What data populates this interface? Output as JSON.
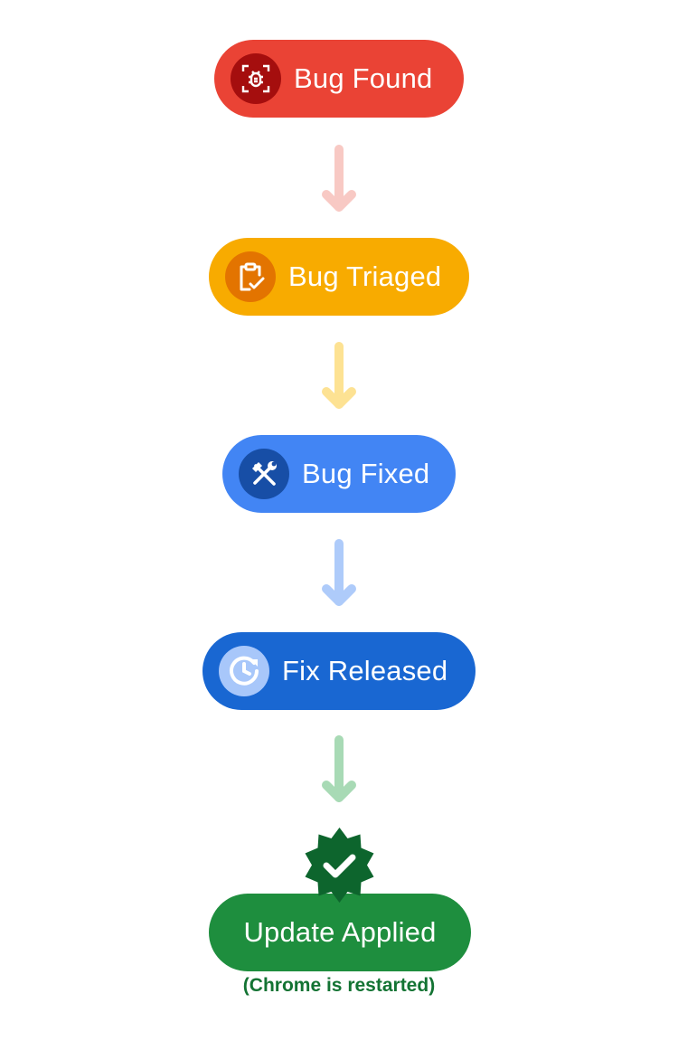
{
  "steps": [
    {
      "label": "Bug Found",
      "icon": "bug-scan-icon",
      "color": "#ea4335",
      "icon_bg": "#a50e0e"
    },
    {
      "label": "Bug Triaged",
      "icon": "clipboard-check-icon",
      "color": "#f8ab00",
      "icon_bg": "#e37400"
    },
    {
      "label": "Bug Fixed",
      "icon": "tools-icon",
      "color": "#4285f4",
      "icon_bg": "#174ea6"
    },
    {
      "label": "Fix Released",
      "icon": "update-clock-icon",
      "color": "#1967d2",
      "icon_bg": "#a8c7fa"
    },
    {
      "label": "Update Applied",
      "icon": "verified-badge-icon",
      "color": "#1e8e3e",
      "icon_bg": "#0d652d"
    }
  ],
  "arrows": [
    {
      "color": "#f8c9c4"
    },
    {
      "color": "#fde293"
    },
    {
      "color": "#aecbfa"
    },
    {
      "color": "#a8dab5"
    }
  ],
  "caption": "(Chrome is restarted)"
}
